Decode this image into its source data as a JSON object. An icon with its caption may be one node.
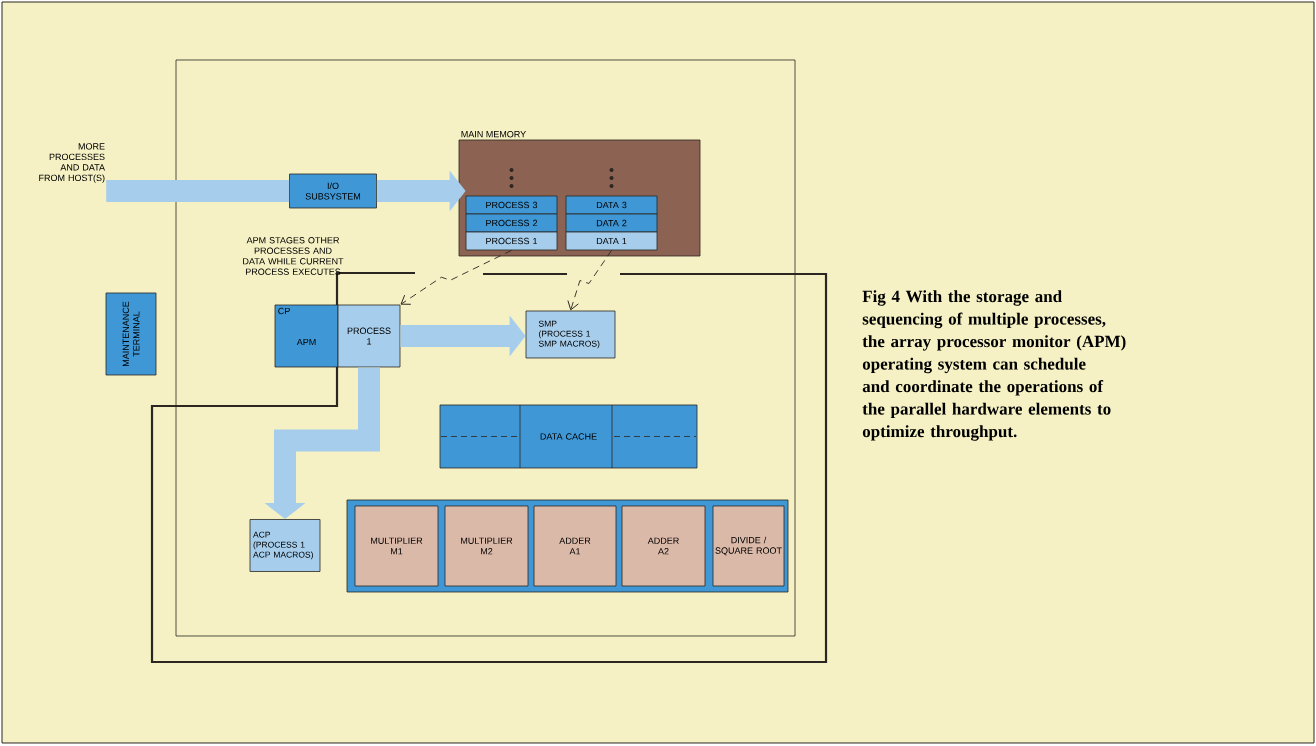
{
  "diagram": {
    "caption": "Fig 4 With the storage and sequencing of multiple processes, the array processor monitor (APM) operating system can schedule and coordinate the operations of the parallel hardware elements to optimize throughput.",
    "nodes": [
      {
        "text": [
          "MORE PROCESSES AND DATA FROM HOST(S)"
        ]
      },
      {
        "text": [
          "I/O SUBSYSTEM"
        ]
      },
      {
        "text": [
          "MAIN MEMORY"
        ]
      },
      {
        "text": [
          "PROCESS 3"
        ],
        "in": 2
      },
      {
        "text": [
          "PROCESS 2"
        ],
        "in": 2
      },
      {
        "text": [
          "PROCESS 1"
        ],
        "in": 2
      },
      {
        "text": [
          "DATA 3"
        ],
        "in": 2
      },
      {
        "text": [
          "DATA 2"
        ],
        "in": 2
      },
      {
        "text": [
          "DATA 1"
        ],
        "in": 2
      },
      {
        "text": [
          "MAINTENANCE TERMINAL"
        ]
      },
      {
        "text": [
          "CP",
          "APM"
        ]
      },
      {
        "text": [
          "PROCESS 1"
        ]
      },
      {
        "text": [
          "SMP (PROCESS 1 SMP MACROS)"
        ]
      },
      {
        "text": [
          "DATA CACHE"
        ]
      },
      {
        "text": [],
        "shape": "box"
      },
      {
        "text": [
          "MULTIPLIER M1"
        ],
        "in": 14
      },
      {
        "text": [
          "MULTIPLIER M2"
        ],
        "in": 14
      },
      {
        "text": [
          "ADDER A1"
        ],
        "in": 14
      },
      {
        "text": [
          "ADDER A2"
        ],
        "in": 14
      },
      {
        "text": [
          "DIVIDE / SQUARE ROOT"
        ],
        "in": 14
      },
      {
        "text": [
          "ACP (PROCESS 1 ACP MACROS)"
        ]
      }
    ],
    "edges": [
      {
        "from": 0,
        "to": 1,
        "arrow": "none"
      },
      {
        "from": 1,
        "to": 3,
        "arrow": "to"
      },
      {
        "from": 11,
        "to": 12,
        "arrow": "to"
      },
      {
        "from": 11,
        "to": 20,
        "arrow": "to"
      },
      {
        "from": 5,
        "to": 11,
        "arrow": "to",
        "style": "dashed",
        "color": "#2b2620"
      },
      {
        "from": 8,
        "to": 12,
        "arrow": "to",
        "style": "dashed",
        "color": "#2b2620"
      }
    ],
    "labels": [
      "APM STAGES OTHER PROCESSES AND DATA WHILE CURRENT PROCESS EXECUTES"
    ]
  }
}
